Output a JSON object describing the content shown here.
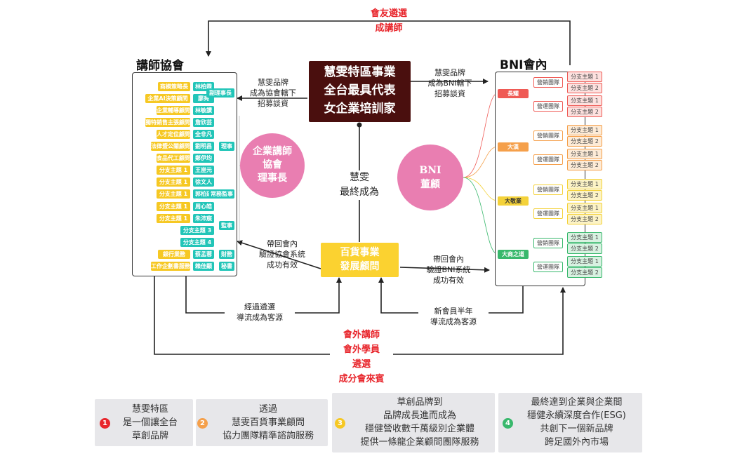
{
  "top_label": [
    "會友遴選",
    "成講師"
  ],
  "left_panel": {
    "title": "講師協會",
    "rows": [
      {
        "topic": "商模策略長",
        "person": "林柏霖"
      },
      {
        "topic": "企業AI決策顧問",
        "person": "廖亮"
      },
      {
        "topic": "企業輔導顧問",
        "person": "林敏讚"
      },
      {
        "topic": "獨特銷售主張顧問",
        "person": "詹欣芸"
      },
      {
        "topic": "人才定位顧問",
        "person": "全非凡"
      },
      {
        "topic": "法律暨公關顧問",
        "person": "劉明昌"
      },
      {
        "topic": "食品代工顧問",
        "person": "鄭伊均"
      },
      {
        "topic": "分支主題 1",
        "person": "王崑元"
      },
      {
        "topic": "分支主題 1",
        "person": "徐文人"
      },
      {
        "topic": "分支主題 1",
        "person": "郭柏廷"
      },
      {
        "topic": "分支主題 1",
        "person": "周心皓"
      },
      {
        "topic": "分支主題 1",
        "person": "朱沛宸"
      },
      {
        "topic": "",
        "person": "分支主題 3"
      },
      {
        "topic": "",
        "person": "分支主題 4"
      },
      {
        "topic": "銀行業務",
        "person": "蔡孟蓉"
      },
      {
        "topic": "工作企劃書服務",
        "person": "賴佳顯"
      }
    ],
    "roles": [
      "副理事長",
      "理事",
      "常務監事",
      "監事",
      "財務",
      "秘書"
    ]
  },
  "center_top": [
    "慧雯特區事業",
    "全台最具代表",
    "女企業培訓家"
  ],
  "center_mid": [
    "慧雯",
    "最終成為"
  ],
  "center_bottom": [
    "百貨事業",
    "發展顧問"
  ],
  "left_circle": [
    "企業講師",
    "協會",
    "理事長"
  ],
  "right_circle": [
    "BNI",
    "董顧"
  ],
  "right_panel": {
    "title": "BNI會內",
    "groups": [
      {
        "lead": "長耀",
        "color": "#ef5a55",
        "leaf_bg": "#fde1df",
        "teams": [
          {
            "name": "營銷團隊",
            "subs": [
              "分支主題 1",
              "分支主題 2"
            ]
          },
          {
            "name": "營運團隊",
            "subs": [
              "分支主題 1",
              "分支主題 2"
            ]
          }
        ]
      },
      {
        "lead": "大漢",
        "color": "#f5a04b",
        "leaf_bg": "#fdebd7",
        "teams": [
          {
            "name": "營銷團隊",
            "subs": [
              "分支主題 1",
              "分支主題 2"
            ]
          },
          {
            "name": "營運團隊",
            "subs": [
              "分支主題 1",
              "分支主題 2"
            ]
          }
        ]
      },
      {
        "lead": "大敬業",
        "color": "#f4d23a",
        "leaf_bg": "#fcf3c6",
        "teams": [
          {
            "name": "營銷團隊",
            "subs": [
              "分支主題 1",
              "分支主題 2"
            ]
          },
          {
            "name": "營運團隊",
            "subs": [
              "分支主題 1",
              "分支主題 2"
            ]
          }
        ]
      },
      {
        "lead": "大商之道",
        "color": "#38b86c",
        "leaf_bg": "#d8f1e1",
        "teams": [
          {
            "name": "營銷團隊",
            "subs": [
              "分支主題 1",
              "分支主題 2"
            ]
          },
          {
            "name": "營運團隊",
            "subs": [
              "分支主題 1",
              "分支主題 2"
            ]
          }
        ]
      }
    ]
  },
  "labels": {
    "brand_left": [
      "慧雯品牌",
      "成為協會轄下",
      "招募談資"
    ],
    "brand_right": [
      "慧雯品牌",
      "成為BNI轄下",
      "招募談資"
    ],
    "back_left": [
      "帶回會內",
      "驗證協會系統",
      "成功有效"
    ],
    "back_right": [
      "帶回會內",
      "驗證BNI系統",
      "成功有效"
    ],
    "select_left": [
      "經過遴選",
      "導流成為客源"
    ],
    "select_right": [
      "新會員半年",
      "導流成為客源"
    ],
    "outer": [
      "會外講師",
      "會外學員",
      "遴選",
      "成分會來賓"
    ]
  },
  "steps": [
    {
      "num": "1",
      "color": "#e8262c",
      "lines": [
        "慧雯特區",
        "是一個讓全台",
        "草創品牌"
      ]
    },
    {
      "num": "2",
      "color": "#f5a04b",
      "lines": [
        "透過",
        "慧雯百貨事業顧問",
        "協力團隊精準諮詢服務"
      ]
    },
    {
      "num": "3",
      "color": "#f6c823",
      "lines": [
        "草創品牌到",
        "品牌成長進而成為",
        "穩健營收數千萬級別企業體",
        "提供一條龍企業顧問團隊服務"
      ]
    },
    {
      "num": "4",
      "color": "#38b86c",
      "lines": [
        "最終達到企業與企業間",
        "穩健永續深度合作(ESG)",
        "共創下一個新品牌",
        "跨足國外內市場"
      ]
    }
  ]
}
